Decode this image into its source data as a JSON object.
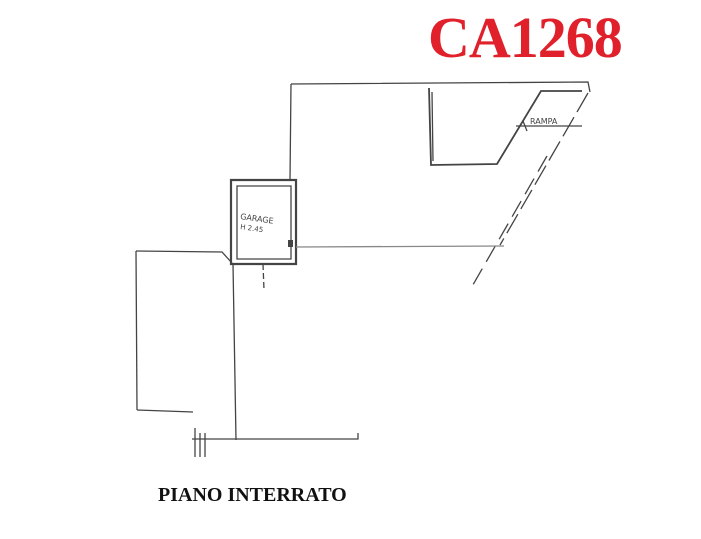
{
  "header": {
    "code": "CA1268",
    "code_color": "#e0202a"
  },
  "plan": {
    "room_label": "GARAGE",
    "room_height": "H 2.45",
    "ramp_label": "RAMPA"
  },
  "footer": {
    "floor_label": "PIANO INTERRATO"
  }
}
